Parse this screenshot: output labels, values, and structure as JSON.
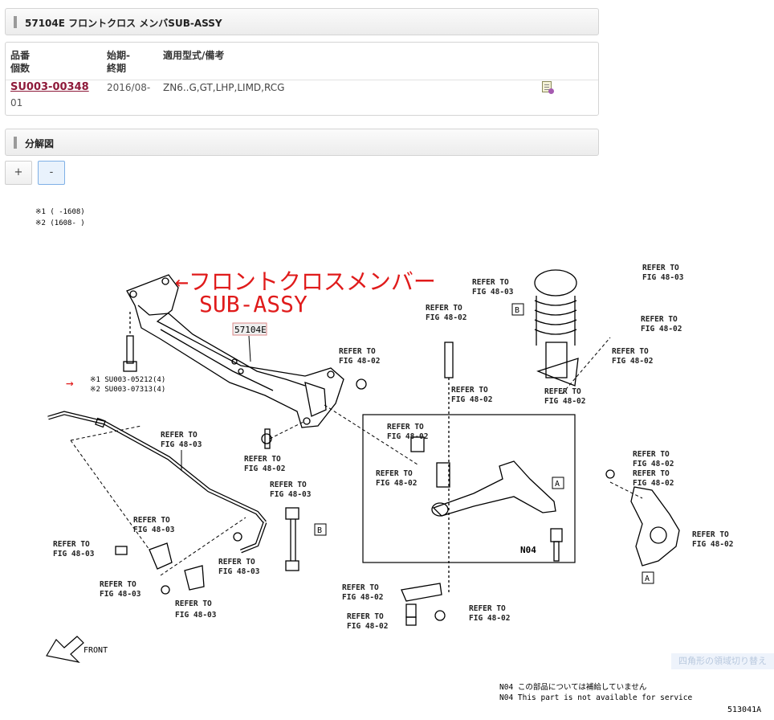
{
  "header1": {
    "title": "57104E フロントクロス メンバSUB-ASSY"
  },
  "table": {
    "col_part": "品番",
    "col_qty": "個数",
    "col_start": "始期-",
    "col_end": "終期",
    "col_model": "適用型式/備考",
    "row": {
      "part_no": "SU003-00348",
      "qty": "01",
      "period": "2016/08-",
      "models": "ZN6..G,GT,LHP,LIMD,RCG"
    }
  },
  "header2": {
    "title": "分解図"
  },
  "zoom": {
    "plus": "+",
    "minus": "-"
  },
  "diagram": {
    "note1": "※1 (      -1608)",
    "note2": "※2 (1608-      )",
    "annotation_jp": "←フロントクロスメンバー",
    "annotation_en": "SUB-ASSY",
    "part_label": "57104E",
    "arrow": "→",
    "bolt1": "※1 SU003-05212(4)",
    "bolt2": "※2 SU003-07313(4)",
    "refer": "REFER TO",
    "fig1": "FIG 48-03",
    "fig2": "FIG 48-02",
    "callout_a": "A",
    "callout_b": "B",
    "n04": "N04",
    "front": "FRONT",
    "footnote_jp": "N04 この部品については補給していません",
    "footnote_en": "N04 This part is not available for service",
    "drawing_no": "513041A",
    "faint_button": "四角形の領域切り替え"
  }
}
